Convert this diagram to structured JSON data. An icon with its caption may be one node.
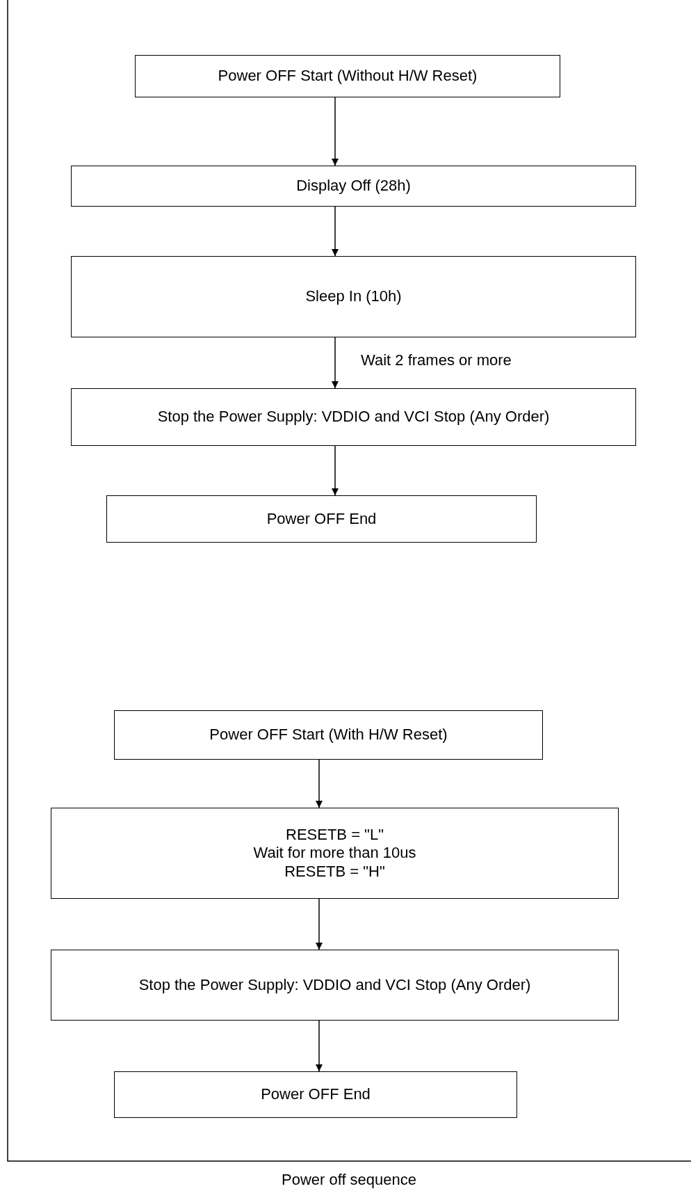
{
  "diagram": {
    "caption": "Power off sequence",
    "nodes": [
      {
        "text": [
          "Power OFF Start (Without H/W Reset)"
        ]
      },
      {
        "text": [
          "Display Off (28h)"
        ]
      },
      {
        "text": [
          "Sleep In (10h)"
        ]
      },
      {
        "text": [
          "Stop the Power Supply: VDDIO and VCI Stop (Any Order)"
        ]
      },
      {
        "text": [
          "Power OFF End"
        ]
      },
      {
        "text": [
          "Power OFF Start (With H/W Reset)"
        ]
      },
      {
        "text": [
          "RESETB = \"L\"",
          "Wait for more than 10us",
          "RESETB = \"H\""
        ]
      },
      {
        "text": [
          "Stop the Power Supply: VDDIO and VCI Stop (Any Order)"
        ]
      },
      {
        "text": [
          "Power OFF End"
        ]
      }
    ],
    "edges": [
      {
        "from": 0,
        "to": 1,
        "arrow": "to"
      },
      {
        "from": 1,
        "to": 2,
        "arrow": "to"
      },
      {
        "from": 2,
        "to": 3,
        "arrow": "to",
        "label": "Wait 2 frames or more"
      },
      {
        "from": 3,
        "to": 4,
        "arrow": "to"
      },
      {
        "from": 5,
        "to": 6,
        "arrow": "to"
      },
      {
        "from": 6,
        "to": 7,
        "arrow": "to"
      },
      {
        "from": 7,
        "to": 8,
        "arrow": "to"
      }
    ]
  }
}
